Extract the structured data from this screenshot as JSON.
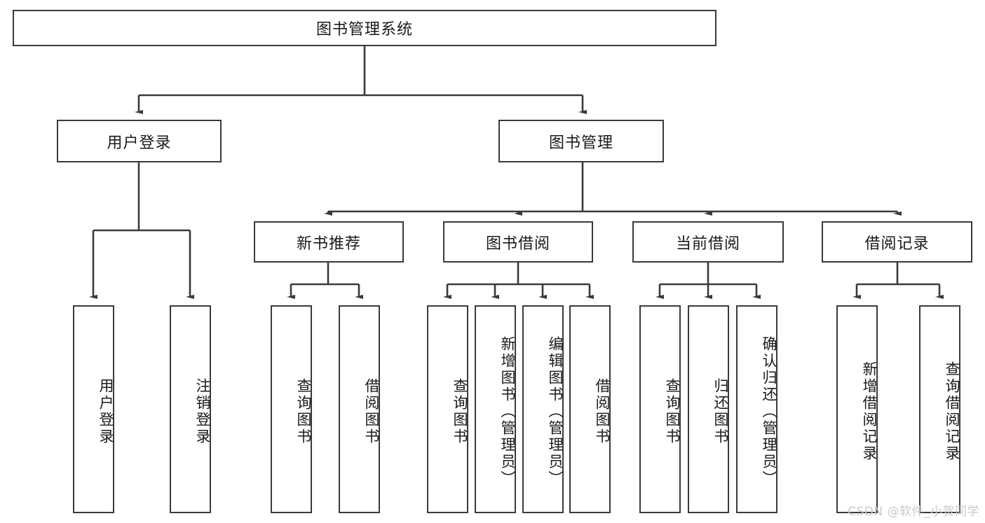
{
  "diagram": {
    "title": "图书管理系统",
    "watermark": "CSDN @软件_小贺同学",
    "root": {
      "label": "图书管理系统"
    },
    "level2": [
      {
        "label": "用户登录"
      },
      {
        "label": "图书管理"
      }
    ],
    "level3": [
      {
        "label": "新书推荐"
      },
      {
        "label": "图书借阅"
      },
      {
        "label": "当前借阅"
      },
      {
        "label": "借阅记录"
      }
    ],
    "leaves": {
      "user_login": [
        {
          "label": "用户登录"
        },
        {
          "label": "注销登录"
        }
      ],
      "new_book": [
        {
          "label": "查询图书"
        },
        {
          "label": "借阅图书"
        }
      ],
      "book_borrow": [
        {
          "label": "查询图书"
        },
        {
          "label": "新增图书（管理员）"
        },
        {
          "label": "编辑图书（管理员）"
        },
        {
          "label": "借阅图书"
        }
      ],
      "current_borrow": [
        {
          "label": "查询图书"
        },
        {
          "label": "归还图书"
        },
        {
          "label": "确认归还（管理员）"
        }
      ],
      "borrow_record": [
        {
          "label": "新增借阅记录"
        },
        {
          "label": "查询借阅记录"
        }
      ]
    }
  },
  "colors": {
    "stroke": "#3a3a3a",
    "fill": "#ffffff",
    "text": "#1a1a1a",
    "watermark": "#c9c9c9"
  }
}
